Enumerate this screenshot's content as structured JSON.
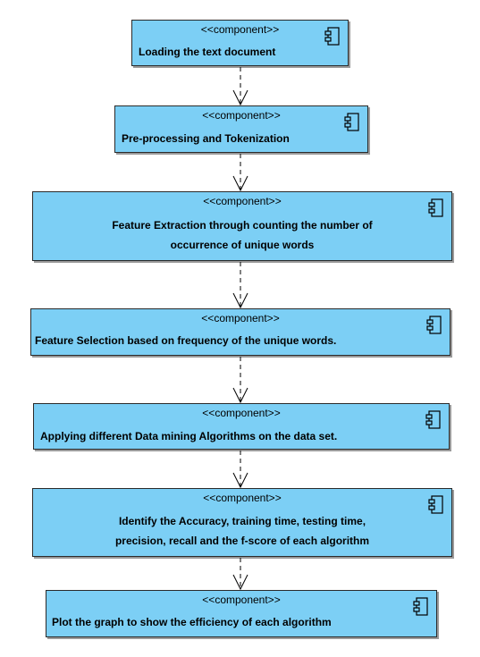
{
  "stereotype": "<<component>>",
  "components": [
    {
      "stereotype": "<<component>>",
      "name": "Loading the text document"
    },
    {
      "stereotype": "<<component>>",
      "name": "Pre-processing and Tokenization"
    },
    {
      "stereotype": "<<component>>",
      "name_line1": "Feature Extraction through counting the number of",
      "name_line2": "occurrence of unique words"
    },
    {
      "stereotype": "<<component>>",
      "name": "Feature Selection based on frequency of the unique words."
    },
    {
      "stereotype": "<<component>>",
      "name": "Applying different Data mining Algorithms on the data set."
    },
    {
      "stereotype": "<<component>>",
      "name_line1": "Identify the Accuracy, training time, testing time,",
      "name_line2": "precision, recall and the f-score of each algorithm"
    },
    {
      "stereotype": "<<component>>",
      "name": "Plot the graph to show the efficiency of each algorithm"
    }
  ],
  "colors": {
    "component_fill": "#7ccff5",
    "border": "#2a2a2a",
    "arrow": "#000000"
  },
  "icons": {
    "component": "uml-component-icon"
  }
}
